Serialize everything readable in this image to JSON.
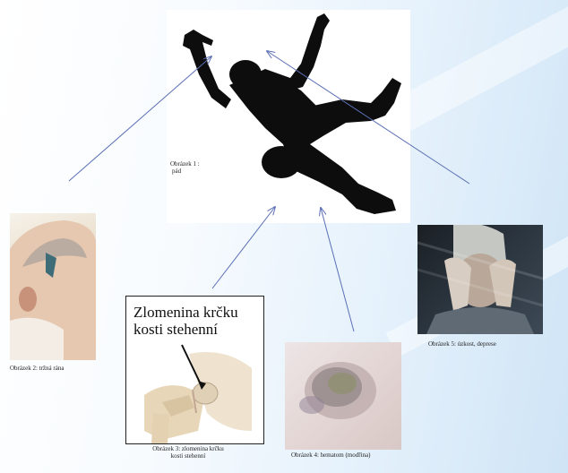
{
  "figures": {
    "fall": {
      "caption_line1": "Obrázek 1 :",
      "caption_line2": "pád"
    },
    "wound": {
      "caption": "Obrázek 2: tržná rána"
    },
    "fracture": {
      "title_line1": "Zlomenina krčku",
      "title_line2": "kosti stehenní",
      "caption_line1": "Obrázek 3: zlomenina krčku",
      "caption_line2": "kosti stehenní"
    },
    "hematoma": {
      "caption": "Obrázek 4: hematom (modřina)"
    },
    "anxiety": {
      "caption": "Obrázek 5: úzkost,  deprese"
    }
  },
  "colors": {
    "arrow": "#5b6fb5",
    "silhouette": "#0d0d0d"
  }
}
